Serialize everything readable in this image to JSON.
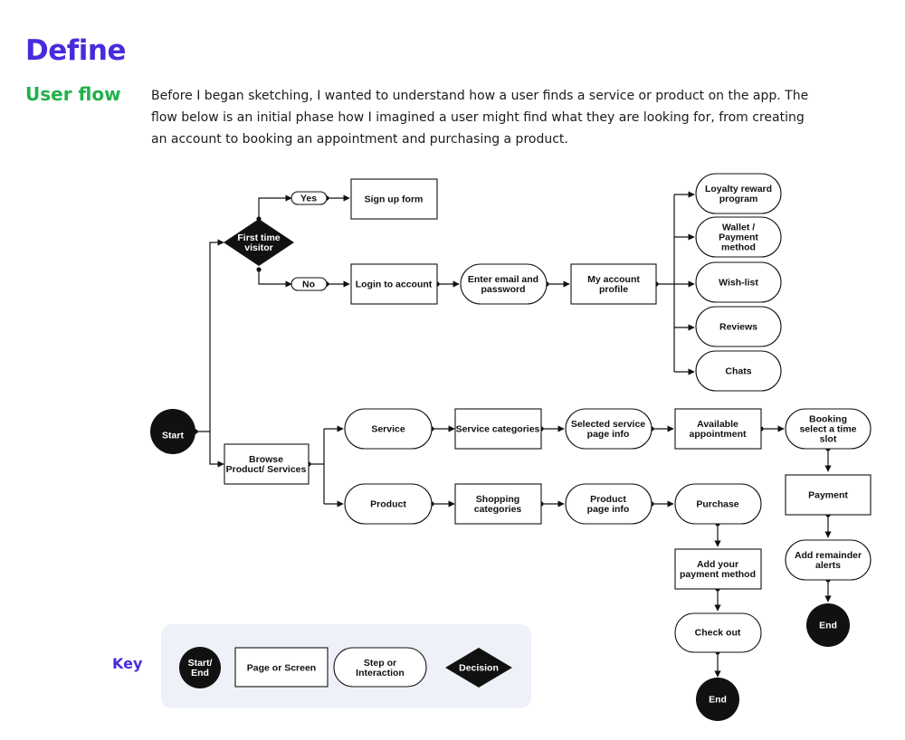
{
  "header": {
    "title": "Define",
    "subtitle": "User flow",
    "intro": "Before I began sketching, I wanted to understand how a user finds a service or product on the app. The flow below is an initial phase how I imagined a user might find what they are looking for, from creating an account to booking an appointment and purchasing a product."
  },
  "colors": {
    "title": "#4a2bdc",
    "subtitle": "#21b14b",
    "key_panel": "#eef1f8",
    "node_fill": "#111111"
  },
  "flow": {
    "start": [
      "Start"
    ],
    "first_time": [
      "First time",
      "visitor"
    ],
    "yes": [
      "Yes"
    ],
    "no": [
      "No"
    ],
    "signup": [
      "Sign up form"
    ],
    "login": [
      "Login to account"
    ],
    "email": [
      "Enter email and",
      "password"
    ],
    "account": [
      "My account",
      "profile"
    ],
    "loyalty": [
      "Loyalty reward",
      "program"
    ],
    "wallet": [
      "Wallet /",
      "Payment",
      "method"
    ],
    "wishlist": [
      "Wish-list"
    ],
    "reviews": [
      "Reviews"
    ],
    "chats": [
      "Chats"
    ],
    "browse": [
      "Browse",
      "Product/ Services"
    ],
    "service": [
      "Service"
    ],
    "service_cat": [
      "Service categories"
    ],
    "selected_service": [
      "Selected service",
      "page info"
    ],
    "available": [
      "Available",
      "appointment"
    ],
    "booking": [
      "Booking",
      "select a time",
      "slot"
    ],
    "payment": [
      "Payment"
    ],
    "reminder": [
      "Add remainder",
      "alerts"
    ],
    "end_service": [
      "End"
    ],
    "product": [
      "Product"
    ],
    "shopping": [
      "Shopping",
      "categories"
    ],
    "product_info": [
      "Product",
      "page info"
    ],
    "purchase": [
      "Purchase"
    ],
    "add_payment": [
      "Add your",
      "payment method"
    ],
    "checkout": [
      "Check out"
    ],
    "end_product": [
      "End"
    ]
  },
  "key": {
    "label": "Key",
    "start_end": [
      "Start/",
      "End"
    ],
    "page_screen": [
      "Page or Screen"
    ],
    "step": [
      "Step or",
      "Interaction"
    ],
    "decision": [
      "Decision"
    ]
  }
}
